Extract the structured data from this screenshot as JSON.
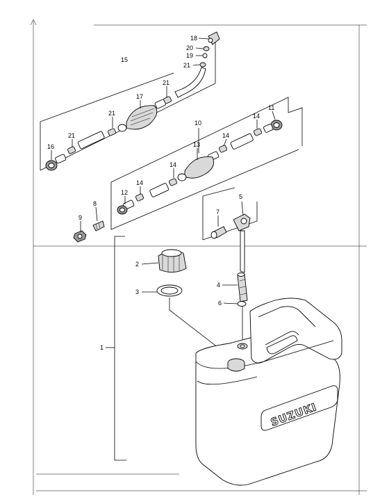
{
  "callouts": {
    "c1": "1",
    "c2": "2",
    "c3": "3",
    "c4": "4",
    "c5": "5",
    "c6": "6",
    "c7": "7",
    "c8": "8",
    "c9": "9",
    "c10": "10",
    "c11": "11",
    "c12": "12",
    "c13": "13",
    "c14a": "14",
    "c14b": "14",
    "c14c": "14",
    "c14d": "14",
    "c15": "15",
    "c16": "16",
    "c17": "17",
    "c18": "18",
    "c19": "19",
    "c20": "20",
    "c21a": "21",
    "c21b": "21",
    "c21c": "21",
    "c21d": "21"
  },
  "tank_brand": "SUZUKI"
}
